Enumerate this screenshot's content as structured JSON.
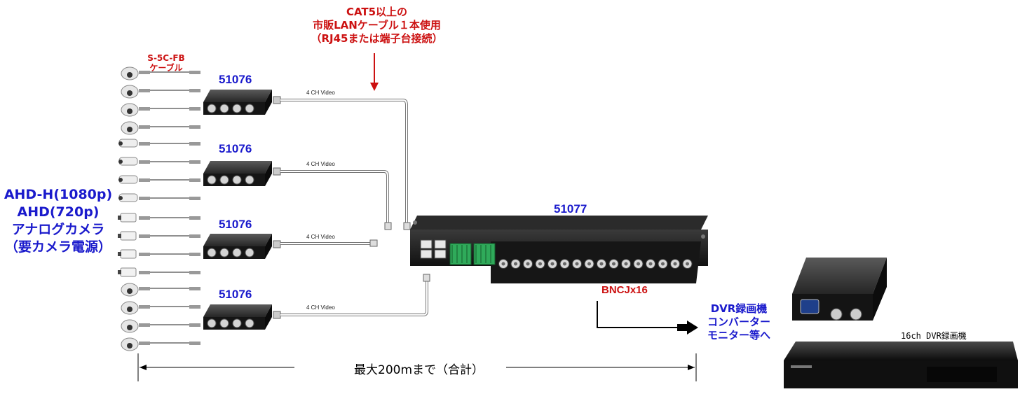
{
  "cable_note": {
    "line1": "CAT5以上の",
    "line2": "市販LANケーブル１本使用",
    "line3": "（RJ45または端子台接続）"
  },
  "coax_note": {
    "line1": "S-5C-FB",
    "line2": "ケーブル"
  },
  "camera_label": {
    "line1": "AHD-H(1080p)",
    "line2": "AHD(720p)",
    "line3": "アナログカメラ",
    "line4": "（要カメラ電源）"
  },
  "transmitters": [
    {
      "model": "51076",
      "link_label": "4 CH Video"
    },
    {
      "model": "51076",
      "link_label": "4 CH Video"
    },
    {
      "model": "51076",
      "link_label": "4 CH Video"
    },
    {
      "model": "51076",
      "link_label": "4 CH Video"
    }
  ],
  "receiver": {
    "model": "51077",
    "output_label": "BNCJx16"
  },
  "dvr_note": {
    "line1": "DVR録画機",
    "line2": "コンバーター",
    "line3": "モニター等へ"
  },
  "dvr_caption": "16ch DVR録画機",
  "distance_label": "最大200mまで（合計）",
  "colors": {
    "label_blue": "#1a1acc",
    "label_red": "#cc1111",
    "device_black": "#1b1b1b"
  }
}
